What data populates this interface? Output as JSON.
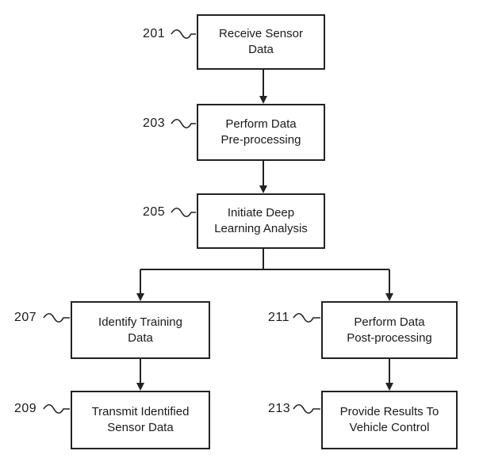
{
  "diagram": {
    "nodes": {
      "n201": {
        "ref": "201",
        "label": "Receive Sensor\nData"
      },
      "n203": {
        "ref": "203",
        "label": "Perform Data\nPre-processing"
      },
      "n205": {
        "ref": "205",
        "label": "Initiate Deep\nLearning Analysis"
      },
      "n207": {
        "ref": "207",
        "label": "Identify Training\nData"
      },
      "n209": {
        "ref": "209",
        "label": "Transmit Identified\nSensor Data"
      },
      "n211": {
        "ref": "211",
        "label": "Perform Data\nPost-processing"
      },
      "n213": {
        "ref": "213",
        "label": "Provide Results To\nVehicle Control"
      }
    },
    "edges": [
      {
        "from": "201",
        "to": "203"
      },
      {
        "from": "203",
        "to": "205"
      },
      {
        "from": "205",
        "to": "207"
      },
      {
        "from": "205",
        "to": "211"
      },
      {
        "from": "207",
        "to": "209"
      },
      {
        "from": "211",
        "to": "213"
      }
    ],
    "colors": {
      "line": "#222222",
      "background": "#ffffff"
    }
  }
}
